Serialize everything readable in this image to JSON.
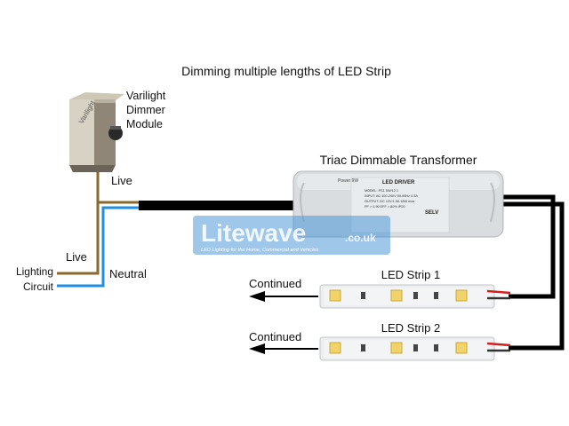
{
  "title": "Dimming multiple lengths of LED Strip",
  "dimmer": {
    "label_line1": "Varilight",
    "label_line2": "Dimmer",
    "label_line3": "Module",
    "logo_text": "Varilight"
  },
  "wires": {
    "live_top": "Live",
    "live_left": "Live",
    "neutral": "Neutral"
  },
  "circuit": {
    "line1": "Lighting",
    "line2": "Circuit"
  },
  "transformer": {
    "label": "Triac Dimmable Transformer",
    "brand": "Power 9W",
    "panel_title": "LED DRIVER",
    "panel_lines": [
      "MODEL: PS1 5W/12 1",
      "INPUT: AC 100-240V 50-60Hz 0.3A",
      "OUTPUT: DC 12V/1.5A 18W max",
      "PF > 0.90 EFF > 80% IP20"
    ],
    "selv": "SELV"
  },
  "watermark": {
    "name": "Litewave",
    "domain": ".co.uk",
    "tagline": "LED Lighting for the Home, Commercial and Vehicles"
  },
  "strips": [
    {
      "label": "LED Strip 1",
      "continued": "Continued"
    },
    {
      "label": "LED Strip 2",
      "continued": "Continued"
    }
  ],
  "colors": {
    "live_wire": "#8a6a2c",
    "neutral_wire": "#1e90e0",
    "cable": "#000000",
    "red_wire": "#d21f1f",
    "watermark": "#3d8fd6"
  }
}
